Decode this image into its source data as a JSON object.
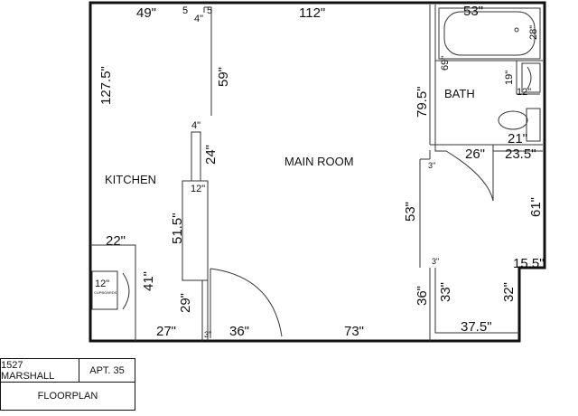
{
  "rooms": {
    "main_room": "MAIN ROOM",
    "kitchen": "KITCHEN",
    "bath": "BATH"
  },
  "fixtures": {
    "cupboard_depth": "12\"",
    "cupboards": "CUPBOARDS"
  },
  "dimensions": {
    "top_kitchen": "49\"",
    "top_main": "112\"",
    "top_bath": "53\"",
    "post_a": "5",
    "post_b": "5",
    "post_gap": "4\"",
    "kitchen_height": "127.5\"",
    "partition_upper": "59\"",
    "partition_gap": "4\"",
    "partition_mid": "24\"",
    "partition_depth": "12\"",
    "partition_lower": "51.5\"",
    "counter_width": "22\"",
    "counter_depth": "41\"",
    "door_side": "29\"",
    "bottom_kitchen": "27\"",
    "jamb": "3\"",
    "door_width": "36\"",
    "bottom_main": "73\"",
    "tub_depth": "28\"",
    "bath_wall": "69\"",
    "bath_height": "79.5\"",
    "closet_height": "19\"",
    "closet_depth": "12\"",
    "vanity": "21\"",
    "bath_door": "26\"",
    "bath_bottom": "23.5\"",
    "entry_jamb": "3\"",
    "entry_wall": "53\"",
    "right_wall": "61\"",
    "hall_jamb": "3\"",
    "notch": "15.5\"",
    "hall_width": "36\"",
    "hall_left": "33\"",
    "hall_right": "32\"",
    "bottom_hall": "37.5\""
  },
  "title_block": {
    "address": "1527 MARSHALL",
    "unit": "APT. 35",
    "title": "FLOORPLAN"
  }
}
